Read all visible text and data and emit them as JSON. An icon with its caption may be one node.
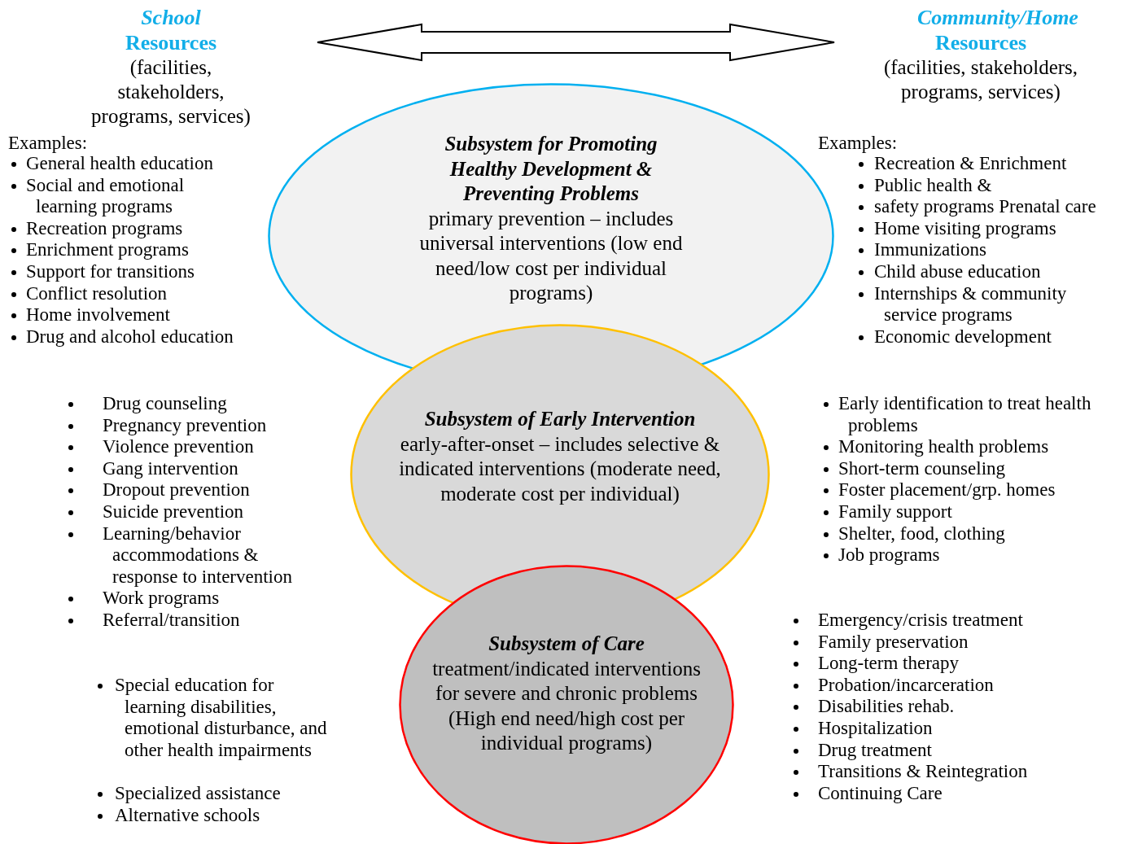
{
  "diagram": {
    "nodes": [
      {
        "text": [
          "*School* Resources",
          "(facilities, stakeholders, programs, services)"
        ]
      },
      {
        "text": [
          "*Community/Home* Resources",
          "(facilities, stakeholders, programs, services)"
        ]
      },
      {
        "text": [
          "Subsystem for Promoting Healthy Development & Preventing Problems",
          "primary prevention – includes universal interventions (low end need/low cost per individual programs)"
        ]
      },
      {
        "text": [
          "Subsystem of Early Intervention",
          "early-after-onset – includes selective & indicated interventions (moderate need, moderate cost per individual)"
        ]
      },
      {
        "text": [
          "Subsystem of Care",
          "treatment/indicated interventions for severe and chronic problems (High end need/high cost per individual programs)"
        ]
      }
    ],
    "edges": [
      {
        "from": 0,
        "to": 1,
        "arrow": "both"
      }
    ],
    "labels": [
      "Examples:",
      "General health education",
      "Social and emotional learning programs",
      "Recreation programs",
      "Enrichment programs",
      "Support for transitions",
      "Conflict resolution",
      "Home involvement",
      "Drug and alcohol education",
      "Examples:",
      "Recreation & Enrichment",
      "Public health &",
      "safety programs Prenatal care",
      "Home visiting programs",
      "Immunizations",
      "Child abuse education",
      "Internships & community service programs",
      "Economic development",
      "Drug counseling",
      "Pregnancy prevention",
      "Violence prevention",
      "Gang intervention",
      "Dropout prevention",
      "Suicide prevention",
      "Learning/behavior accommodations & response to intervention",
      "Work programs",
      "Referral/transition",
      "Early identification to treat health problems",
      "Monitoring health problems",
      "Short-term counseling",
      "Foster placement/grp. homes",
      "Family support",
      "Shelter, food, clothing",
      "Job programs",
      "Emergency/crisis treatment",
      "Family preservation",
      "Long-term therapy",
      "Probation/incarceration",
      "Disabilities rehab.",
      "Hospitalization",
      "Drug treatment",
      "Transitions & Reintegration",
      "Continuing Care",
      "Special education for learning disabilities, emotional disturbance, and other health impairments",
      "Specialized assistance",
      "Alternative schools"
    ]
  }
}
